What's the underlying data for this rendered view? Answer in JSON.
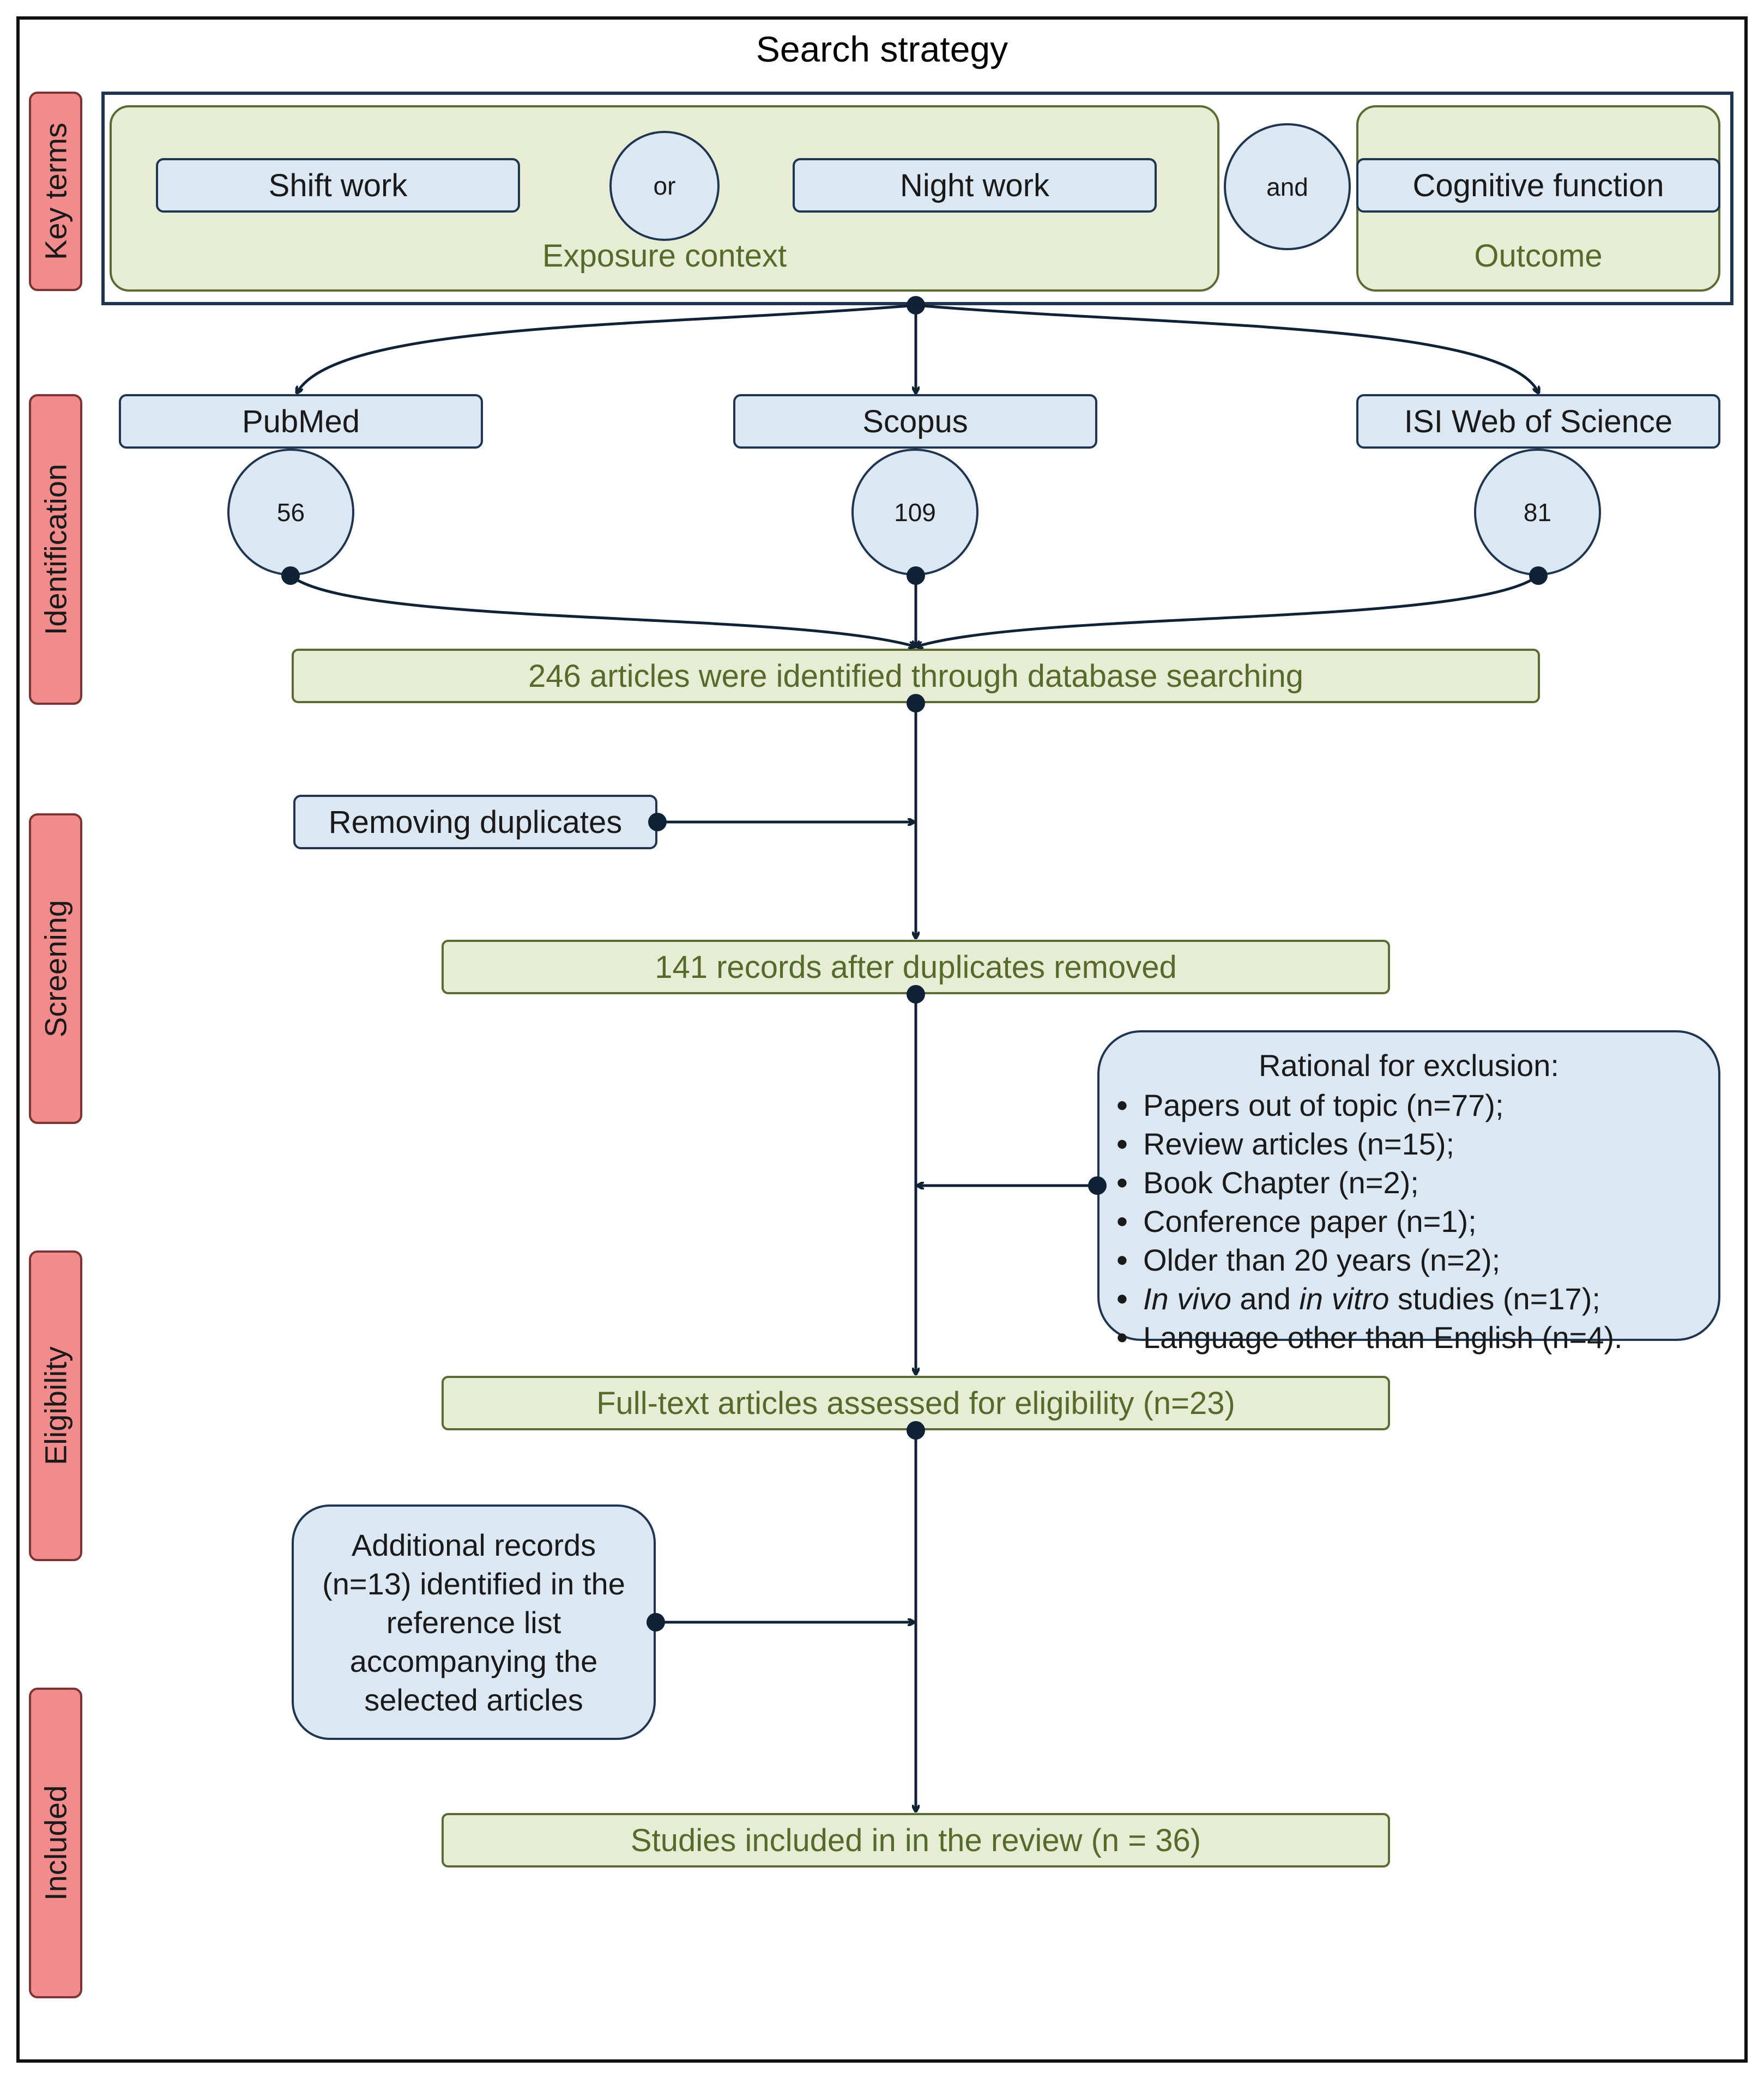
{
  "title": "Search strategy",
  "stages": [
    "Key terms",
    "Identification",
    "Screening",
    "Eligibility",
    "Included"
  ],
  "key_terms": {
    "exposure": {
      "term1": "Shift work",
      "connector": "or",
      "term2": "Night work",
      "label": "Exposure context"
    },
    "connector": "and",
    "outcome": {
      "term": "Cognitive function",
      "label": "Outcome"
    }
  },
  "databases": [
    {
      "name": "PubMed",
      "count": "56"
    },
    {
      "name": "Scopus",
      "count": "109"
    },
    {
      "name": "ISI Web of Science",
      "count": "81"
    }
  ],
  "identified": "246 articles were identified through database searching",
  "removing": "Removing duplicates",
  "after_duplicates": "141 records after duplicates removed",
  "exclusion": {
    "heading": "Rational for exclusion:",
    "items": [
      "Papers out of topic (n=77);",
      "Review articles (n=15);",
      "Book Chapter (n=2);",
      "Conference paper (n=1);",
      "Older than 20 years (n=2);",
      "In vivo and in vitro studies (n=17);",
      "Language other than English (n=4)."
    ]
  },
  "full_text": "Full-text articles assessed for eligibility (n=23)",
  "additional": "Additional records (n=13) identified in the reference list accompanying the selected articles",
  "included": "Studies included in in the review (n = 36)"
}
